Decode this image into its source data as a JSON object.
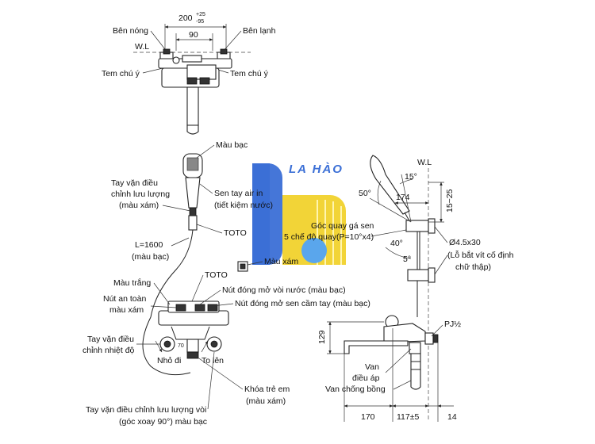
{
  "colors": {
    "line": "#222222",
    "watermark_blue": "#3b6fd6",
    "watermark_light_blue": "#5aa6ec",
    "watermark_yellow": "#f2d437"
  },
  "watermark": {
    "brand_text": "LA HÀO"
  },
  "top_view": {
    "dim_overall_value": "200",
    "dim_overall_tol_plus": "+25",
    "dim_overall_tol_minus": "-95",
    "dim_center": "90",
    "label_hot": "Bên nóng",
    "label_cold": "Bên lạnh",
    "label_wl": "W.L",
    "label_note_left": "Tem chú ý",
    "label_note_right": "Tem chú ý"
  },
  "front_view": {
    "label_silver": "Màu bạc",
    "label_flow_handle_line1": "Tay vặn điều",
    "label_flow_handle_line2": "chỉnh lưu lượng",
    "label_flow_handle_line3": "(màu xám)",
    "label_hand_shower_line1": "Sen tay air in",
    "label_hand_shower_line2": "(tiết kiệm nước)",
    "label_toto_1": "TOTO",
    "label_hose_len": "L=1600",
    "label_hose_color": "(màu bạc)",
    "label_grey": "Màu xám",
    "label_white": "Màu trắng",
    "label_toto_2": "TOTO",
    "label_safety_line1": "Nút an toàn",
    "label_safety_line2": "màu xám",
    "label_tap_button": "Nút đóng mở vòi nước (màu bạc)",
    "label_shower_button": "Nút đóng mở sen cầm tay (màu bạc)",
    "label_temp_handle_line1": "Tay vặn điều",
    "label_temp_handle_line2": "chỉnh nhiệt độ",
    "label_knob_70": "70",
    "label_small": "Nhỏ đi",
    "label_large": "To lên",
    "label_child_lock_line1": "Khóa trẻ em",
    "label_child_lock_line2": "(màu xám)",
    "label_spout_handle_line1": "Tay vặn điều chỉnh lưu lượng vòi",
    "label_spout_handle_line2": "(góc xoay 90°) màu bạc"
  },
  "side_view": {
    "label_wl": "W.L",
    "angle_15": "15°",
    "angle_50": "50°",
    "dim_174": "174",
    "dim_15_25": "15~25",
    "label_angle_line1": "Góc quay gá sen",
    "label_angle_line2": "5 chế độ quay(P=10°x4)",
    "angle_40": "40°",
    "angle_5": "5°",
    "label_screw_line1": "Ø4.5x30",
    "label_screw_line2": "(Lỗ bắt vít cố định",
    "label_screw_line3": "chữ thập)",
    "label_pj": "PJ½",
    "dim_129": "129",
    "label_valve_line1": "Van",
    "label_valve_line2": "điều áp",
    "label_check_valve": "Van chống bồng",
    "dim_170": "170",
    "dim_117": "117±5",
    "dim_14": "14"
  }
}
